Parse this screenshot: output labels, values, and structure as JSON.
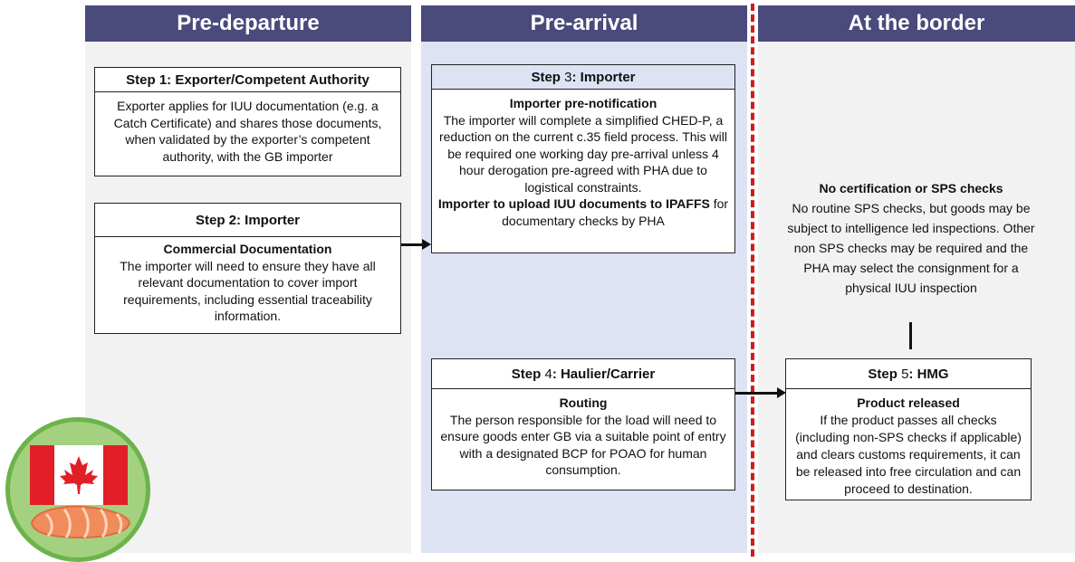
{
  "columns": {
    "pre_departure": "Pre-departure",
    "pre_arrival": "Pre-arrival",
    "at_border": "At the border"
  },
  "step1": {
    "title": "Step 1: Exporter/Competent Authority",
    "body": "Exporter applies for IUU  documentation (e.g. a Catch Certificate) and shares those documents, when validated by the exporter’s competent authority, with the GB importer"
  },
  "step2": {
    "title": "Step 2: Importer",
    "heading": "Commercial Documentation",
    "body": "The importer will need to ensure they have all relevant documentation to cover import requirements, including essential traceability information."
  },
  "step3": {
    "title_prefix": "Step",
    "title_num": "3",
    "title_rest": ": Importer",
    "heading": "Importer pre-notification",
    "body": "The importer will complete a simplified CHED-P, a reduction on the current c.35 field process. This will be required one working day pre-arrival unless 4 hour derogation pre-agreed with PHA due to logistical constraints.",
    "bold_text": "Importer to upload IUU documents to IPAFFS",
    "body_end": " for documentary checks by PHA"
  },
  "step4": {
    "title_prefix": "Step",
    "title_num": "4",
    "title_rest": ": Haulier/Carrier",
    "heading": "Routing",
    "body": "The person responsible for the load will need to ensure goods enter GB via a suitable point of entry with a designated BCP for POAO for human consumption."
  },
  "border_note": {
    "heading": "No certification or SPS checks",
    "body": "No routine SPS checks, but goods may be subject to intelligence led inspections. Other non SPS checks may be required and the PHA may select the consignment for a physical IUU inspection"
  },
  "step5": {
    "title_prefix": "Step",
    "title_num": "5",
    "title_rest": ": HMG",
    "heading": "Product released",
    "body": "If the product passes all checks (including non-SPS checks if applicable) and clears customs requirements, it can be released into free circulation and can proceed to destination."
  },
  "colors": {
    "header": "#4b4a7c",
    "pre_arrival_bg": "#dde3f3",
    "border_line": "#d01c1c",
    "logo_ring": "#6cb34b"
  },
  "icons": [
    "canada-flag-icon",
    "salmon-fillet-icon"
  ]
}
